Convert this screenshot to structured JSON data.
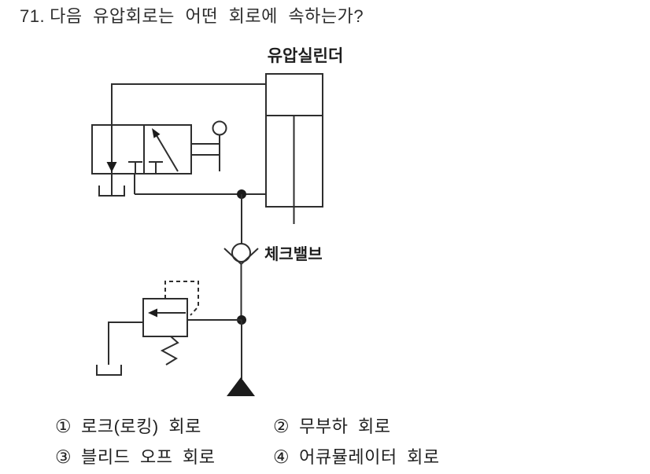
{
  "question": {
    "number": "71.",
    "text": "다음 유압회로는 어떤 회로에 속하는가?"
  },
  "diagram": {
    "cylinder_label": "유압실린더",
    "check_valve_label": "체크밸브",
    "symbols": {
      "hydraulic_cylinder": "vertical single-rod cylinder",
      "directional_valve": "3/2 manual push-button valve",
      "check_valve": "ball check valve, free flow up",
      "relief_valve": "pilot-operated relief valve with spring",
      "tank": "open tank symbol (2 places)",
      "pressure_source": "filled upward triangle"
    }
  },
  "options": [
    {
      "number": "①",
      "label": "로크(로킹) 회로"
    },
    {
      "number": "②",
      "label": "무부하 회로"
    },
    {
      "number": "③",
      "label": "블리드 오프 회로"
    },
    {
      "number": "④",
      "label": "어큐뮬레이터 회로"
    }
  ],
  "colors": {
    "line": "#2e2e2e",
    "fill_dark": "#1c1c1c",
    "text": "#222222",
    "background": "#ffffff"
  }
}
